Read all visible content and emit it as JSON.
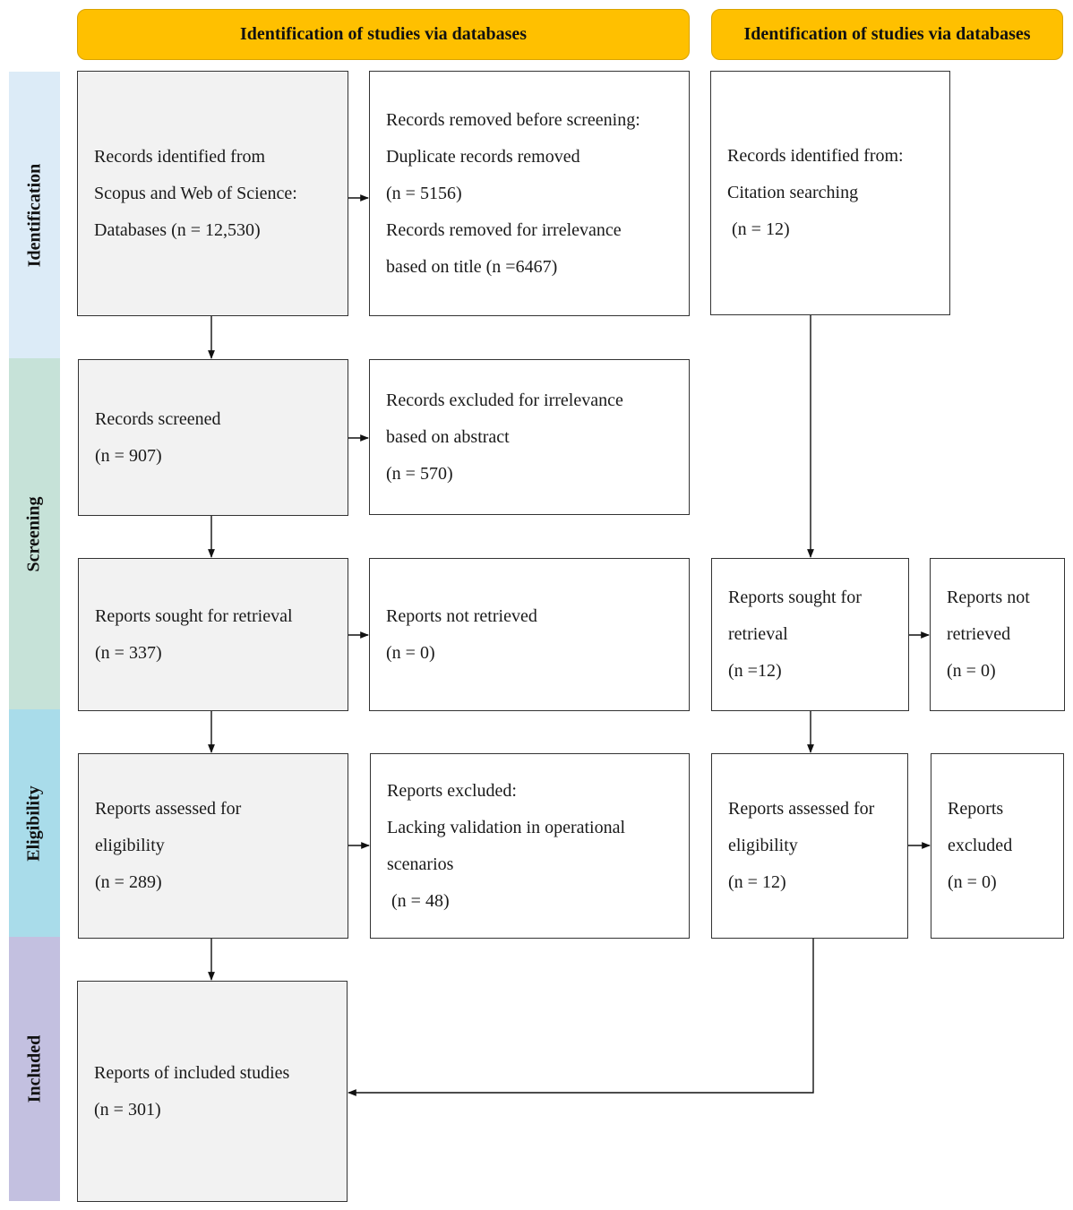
{
  "headers": [
    "Identification of studies via databases",
    "Identification of studies via databases"
  ],
  "phases": {
    "identification": "Identification",
    "screening": "Screening",
    "eligibility": "Eligibility",
    "included": "Included"
  },
  "colors": {
    "header_fill": "#ffc000",
    "identification": "#dcebf7",
    "screening": "#c6e2d8",
    "eligibility": "#a9dcea",
    "included": "#c3c0e0",
    "main_box_fill": "#f2f2f2"
  },
  "boxes": {
    "db_identified": [
      "Records identified from",
      "Scopus and Web of Science:",
      "Databases (n = 12,530)"
    ],
    "db_removed": [
      "Records removed before screening:",
      "Duplicate records removed",
      "(n = 5156)",
      "Records removed for irrelevance",
      "based on title (n =6467)"
    ],
    "cit_identified": [
      "Records identified from:",
      "Citation searching",
      " (n = 12)"
    ],
    "db_screened": [
      "Records screened",
      "(n = 907)"
    ],
    "db_excluded_abstract": [
      "Records excluded for irrelevance",
      "based on abstract",
      "(n = 570)"
    ],
    "db_sought": [
      "Reports sought for retrieval",
      "(n = 337)"
    ],
    "db_not_retrieved": [
      "Reports not retrieved",
      "(n = 0)"
    ],
    "cit_sought": [
      "Reports sought for",
      "retrieval",
      "(n =12)"
    ],
    "cit_not_retrieved": [
      "Reports not",
      "retrieved",
      "(n = 0)"
    ],
    "db_assessed": [
      "Reports assessed for",
      "eligibility",
      "(n = 289)"
    ],
    "db_excluded": [
      "Reports excluded:",
      "Lacking validation in operational",
      "scenarios",
      " (n = 48)"
    ],
    "cit_assessed": [
      "Reports assessed for",
      "eligibility",
      "(n = 12)"
    ],
    "cit_excluded": [
      "Reports",
      "excluded",
      "(n = 0)"
    ],
    "included": [
      "Reports of included studies",
      "(n = 301)"
    ]
  }
}
